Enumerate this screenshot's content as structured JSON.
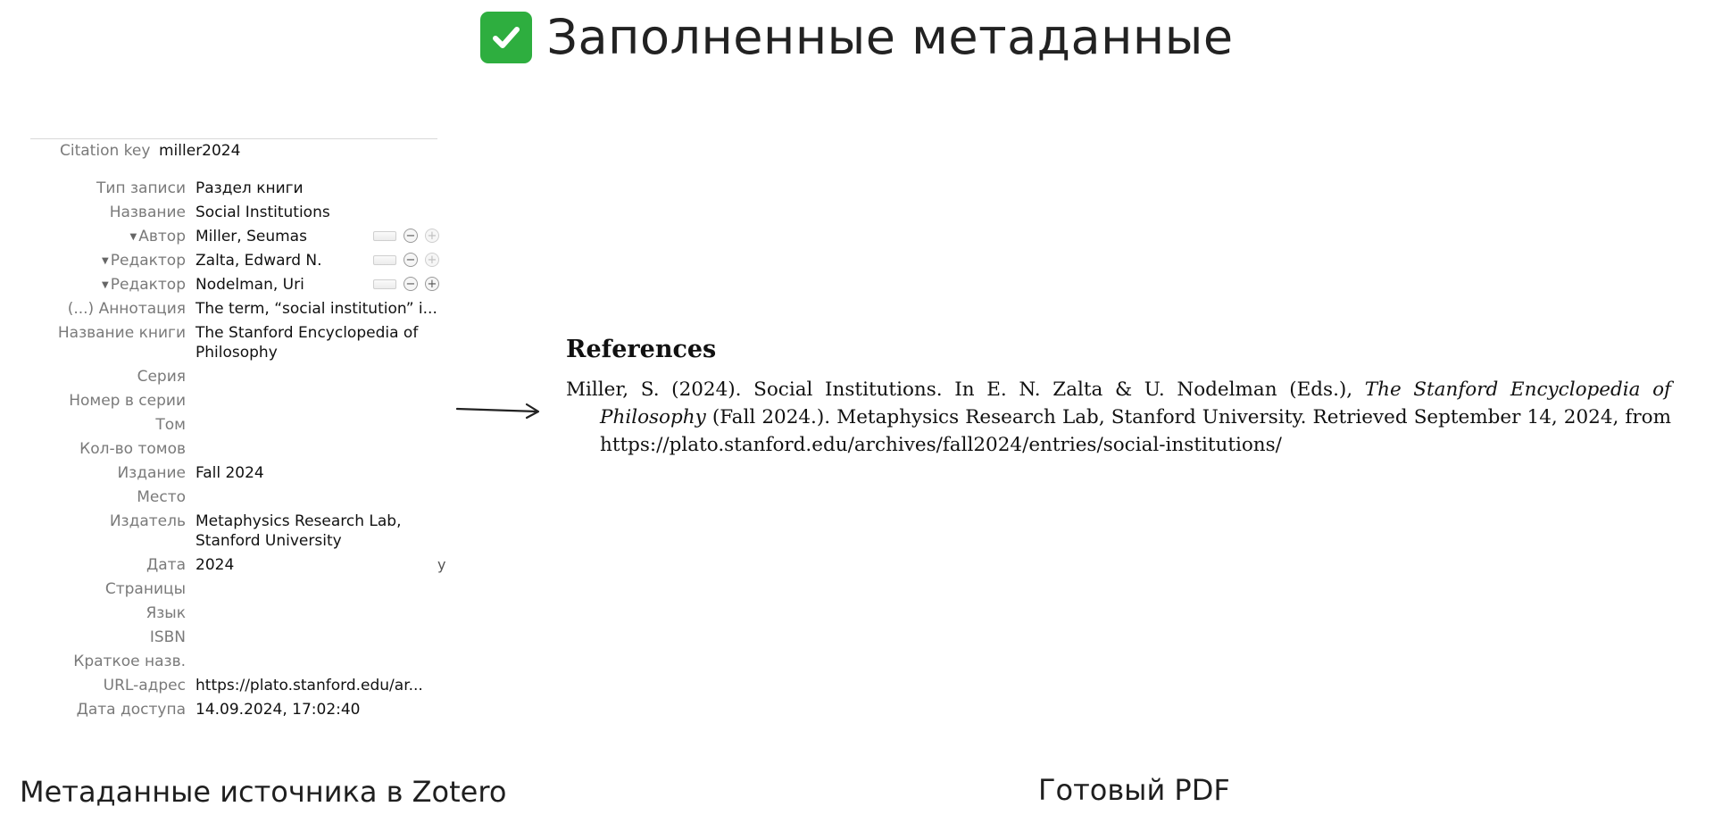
{
  "header": {
    "title": "Заполненные метаданные",
    "icon": "check-mark-button-icon"
  },
  "zotero": {
    "citation_key_label": "Citation key",
    "citation_key_value": "miller2024",
    "fields": [
      {
        "label": "Тип записи",
        "value": "Раздел книги"
      },
      {
        "label": "Название",
        "value": "Social Institutions"
      },
      {
        "label": "Автор",
        "value": "Miller, Seumas"
      },
      {
        "label": "Редактор",
        "value": "Zalta, Edward N."
      },
      {
        "label": "Редактор",
        "value": "Nodelman, Uri"
      },
      {
        "label": "(...) Аннотация",
        "value": "The term, “social institution” i..."
      },
      {
        "label": "Название книги",
        "value": "The Stanford Encyclopedia of Philosophy"
      },
      {
        "label": "Серия",
        "value": ""
      },
      {
        "label": "Номер в серии",
        "value": ""
      },
      {
        "label": "Том",
        "value": ""
      },
      {
        "label": "Кол-во томов",
        "value": ""
      },
      {
        "label": "Издание",
        "value": "Fall 2024"
      },
      {
        "label": "Место",
        "value": ""
      },
      {
        "label": "Издатель",
        "value": "Metaphysics Research Lab, Stanford University"
      },
      {
        "label": "Дата",
        "value": "2024",
        "extra": "y"
      },
      {
        "label": "Страницы",
        "value": ""
      },
      {
        "label": "Язык",
        "value": ""
      },
      {
        "label": "ISBN",
        "value": ""
      },
      {
        "label": "Краткое назв.",
        "value": ""
      },
      {
        "label": "URL-адрес",
        "value": "https://plato.stanford.edu/ar..."
      },
      {
        "label": "Дата доступа",
        "value": "14.09.2024, 17:02:40"
      }
    ],
    "caption": "Метаданные источника в Zotero"
  },
  "pdf": {
    "heading": "References",
    "entry": {
      "part1": "Miller, S. (2024).  Social Institutions.  In E. N. Zalta & U. Nodelman (Eds.), ",
      "italic": "The Stanford Encyclopedia of Philosophy",
      "part2": " (Fall 2024.).  Metaphysics Research Lab, Stanford University.  Retrieved September 14, 2024, from https://plato.stanford.edu/archives/fall2024/entries/social-institutions/"
    },
    "caption": "Готовый PDF"
  },
  "colors": {
    "check_bg": "#2eae3f",
    "label": "#7a7a7a"
  }
}
